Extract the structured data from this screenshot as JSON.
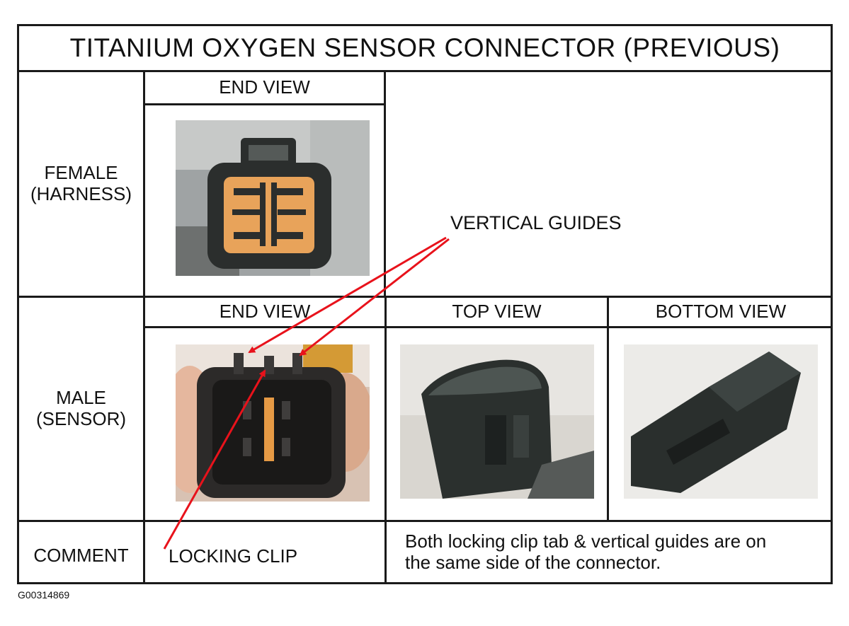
{
  "title": "TITANIUM OXYGEN SENSOR CONNECTOR (PREVIOUS)",
  "rows": {
    "female": "FEMALE\n(HARNESS)",
    "male": "MALE\n(SENSOR)",
    "comment": "COMMENT"
  },
  "headers": {
    "female_end": "END VIEW",
    "male_end": "END VIEW",
    "male_top": "TOP VIEW",
    "male_bottom": "BOTTOM VIEW"
  },
  "annotations": {
    "vertical_guides": "VERTICAL GUIDES",
    "locking_clip": "LOCKING CLIP"
  },
  "comment_text": "Both locking clip tab &  vertical guides are on\nthe same side of the connector.",
  "figure_id": "G00314869",
  "colors": {
    "arrow": "#e8121b",
    "line": "#1a1a1a",
    "connector_orange": "#e8a35a",
    "connector_body": "#2e3230"
  }
}
